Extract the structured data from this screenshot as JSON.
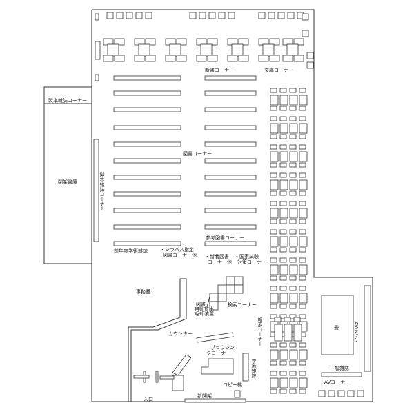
{
  "labels": {
    "new_books": "新書コーナー",
    "bunko": "文庫コーナー",
    "bound_journals_top": "製本雑誌コーナー",
    "closed_stacks": "閉架書庫",
    "bound_journals_side": "製本雑誌コーナー",
    "books": "図書コーナー",
    "reference": "参考図書コーナー",
    "prev_year_journals": "前年度学術雑誌",
    "syllabus_line1": "・シラバス指定",
    "syllabus_line2": "図書コーナー他",
    "new_books_2_line1": "・新着図書",
    "new_books_2_line2": "コーナー他",
    "exam_line1": "・国家試験",
    "exam_line2": "対策コーナー",
    "office": "事務室",
    "auto_lend_line1": "図書",
    "auto_lend_line2": "自動貸出",
    "auto_lend_line3": "返却装置",
    "search_1": "検索コーナー",
    "search_2": "検索コーナー",
    "counter": "カウンター",
    "browsing_line1": "ブラウジン",
    "browsing_line2": "グコーナー",
    "academic_journals": "学術雑誌",
    "copier": "コピー機",
    "entrance": "入口",
    "newspapers": "新聞架",
    "tatami": "畳",
    "av_rack": "AVラック",
    "general_magazines": "一般雑誌",
    "av_corner": "AVコーナー"
  }
}
